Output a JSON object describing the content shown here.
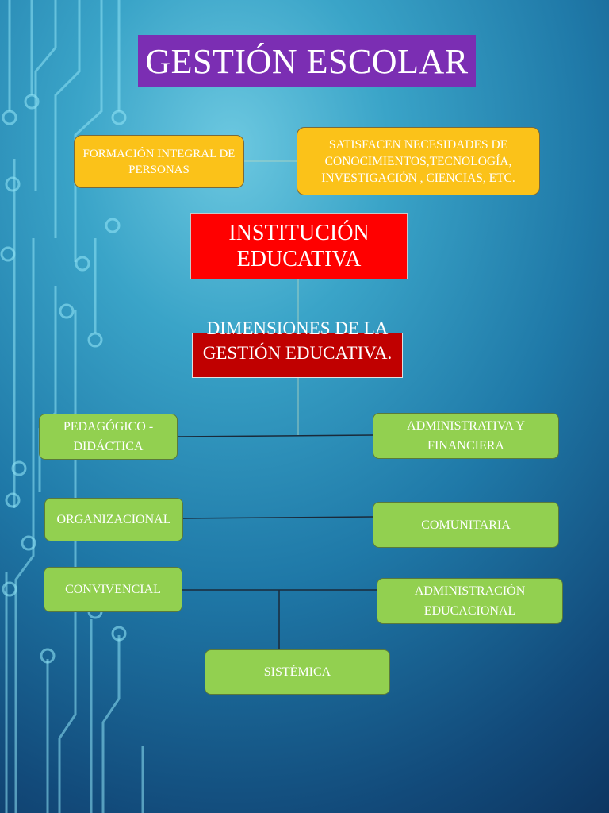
{
  "title": "GESTIÓN ESCOLAR",
  "top_boxes": {
    "formacion": "FORMACIÓN INTEGRAL DE PERSONAS",
    "satisfacen": "SATISFACEN NECESIDADES DE CONOCIMIENTOS,TECNOLOGÍA, INVESTIGACIÓN , CIENCIAS, ETC."
  },
  "institucion": "INSTITUCIÓN EDUCATIVA",
  "dimensiones": "DIMENSIONES DE LA GESTIÓN EDUCATIVA.",
  "dimensions": {
    "pedagogico": "PEDAGÓGICO - DIDÁCTICA",
    "administrativa": "ADMINISTRATIVA Y FINANCIERA",
    "organizacional": "ORGANIZACIONAL",
    "comunitaria": "COMUNITARIA",
    "convivencial": "CONVIVENCIAL",
    "administracion": "ADMINISTRACIÓN EDUCACIONAL",
    "sistemica": "SISTÉMICA"
  },
  "colors": {
    "title_bg": "#7b2eb3",
    "yellow_box": "#fbc219",
    "red_box": "#ff0000",
    "dark_red_box": "#c00000",
    "green_box": "#92d050",
    "circuit": "#8fe3f5"
  }
}
